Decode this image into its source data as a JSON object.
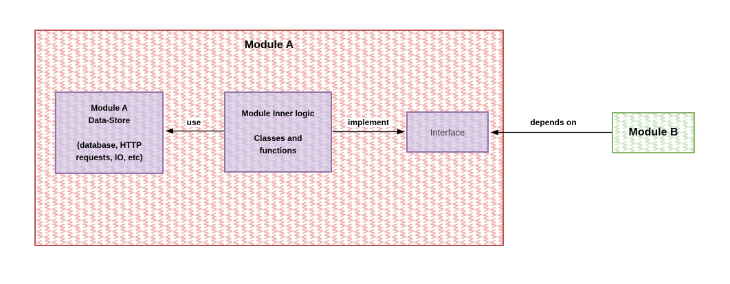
{
  "module_a": {
    "title": "Module A",
    "data_store_label": "Module A\nData-Store\n\n(database, HTTP\nrequests, IO, etc)",
    "inner_logic_label": "Module Inner logic\n\nClasses and\nfunctions",
    "interface_label": "Interface"
  },
  "module_b": {
    "title": "Module B"
  },
  "edges": [
    {
      "label": "use",
      "from": "module-inner-logic",
      "to": "module-a-data-store",
      "arrow_points": "left"
    },
    {
      "label": "implement",
      "from": "module-inner-logic",
      "to": "interface",
      "arrow_points": "right"
    },
    {
      "label": "depends on",
      "from": "module-b",
      "to": "interface",
      "arrow_points": "left"
    }
  ],
  "colors": {
    "module_a_border": "#b85450",
    "module_a_hatch": "#f1b6b1",
    "purple_border": "#9673a6",
    "purple_fill": "#e1d5e7",
    "purple_hatch": "#d2bfdf",
    "module_b_border": "#82b366",
    "module_b_hatch": "#cde5c6",
    "arrow_color": "#000000"
  }
}
